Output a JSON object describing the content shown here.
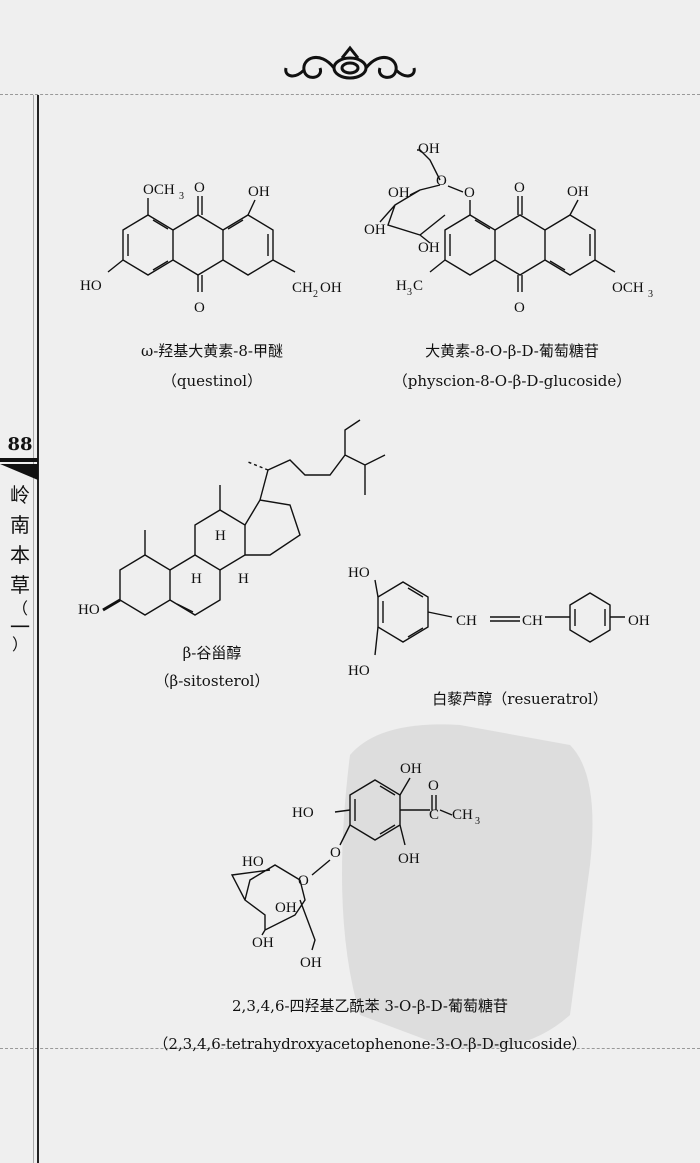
{
  "page": {
    "page_number": "88",
    "book_title_vertical": [
      "岭",
      "南",
      "本",
      "草",
      "（",
      "一",
      "）"
    ]
  },
  "compounds": [
    {
      "name_cn": "ω-羟基大黄素-8-甲醚",
      "name_en": "（questinol）",
      "atoms": [
        "OCH",
        "3",
        "O",
        "OH",
        "HO",
        "O",
        "CH",
        "2",
        "OH"
      ]
    },
    {
      "name_cn": "大黄素-8-O-β-D-葡萄糖苷",
      "name_en": "（physcion-8-O-β-D-glucoside）",
      "atoms": [
        "OH",
        "OH",
        "O",
        "O",
        "O",
        "OH",
        "OH",
        "OH",
        "H",
        "3",
        "C",
        "OCH",
        "3",
        "O"
      ]
    },
    {
      "name_cn": "β-谷甾醇",
      "name_en": "（β-sitosterol）",
      "atoms": [
        "H",
        "H",
        "H",
        "HO"
      ]
    },
    {
      "name_cn": "白藜芦醇（resueratrol）",
      "atoms": [
        "HO",
        "HO",
        "CH",
        "CH",
        "OH"
      ]
    },
    {
      "name_cn": "2,3,4,6-四羟基乙酰苯 3-O-β-D-葡萄糖苷",
      "name_en": "（2,3,4,6-tetrahydroxyacetophenone-3-O-β-D-glucoside）",
      "atoms": [
        "OH",
        "O",
        "HO",
        "C",
        "CH",
        "3",
        "O",
        "OH",
        "HO",
        "O",
        "OH",
        "OH",
        "OH"
      ]
    }
  ]
}
